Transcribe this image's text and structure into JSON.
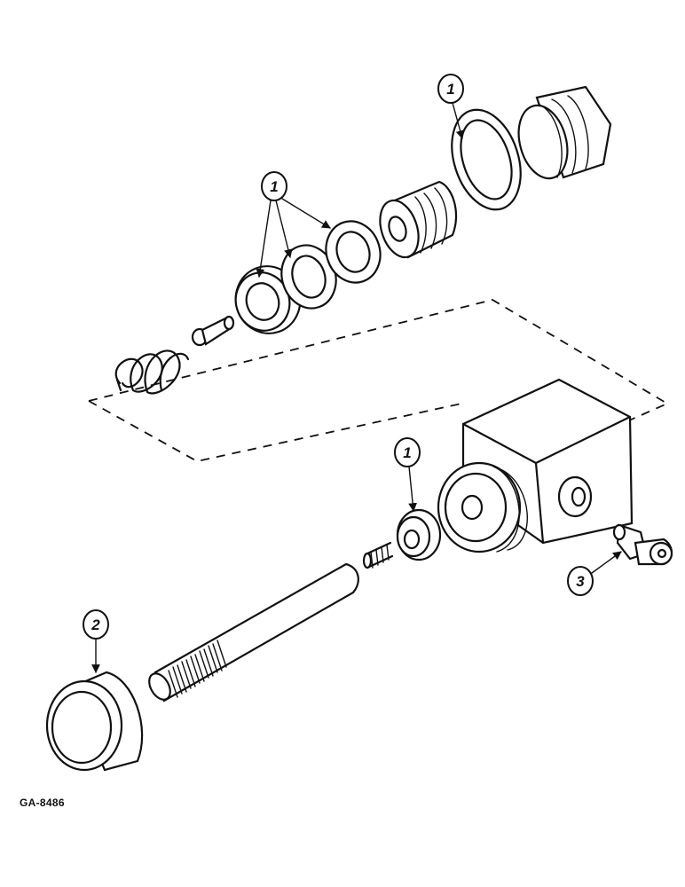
{
  "figure": {
    "code": "GA-8486"
  },
  "callouts": {
    "seal_set_label": "1",
    "top_seal_label": "1",
    "small_seal_label": "1",
    "plug_label": "2",
    "fitting_label": "3"
  }
}
